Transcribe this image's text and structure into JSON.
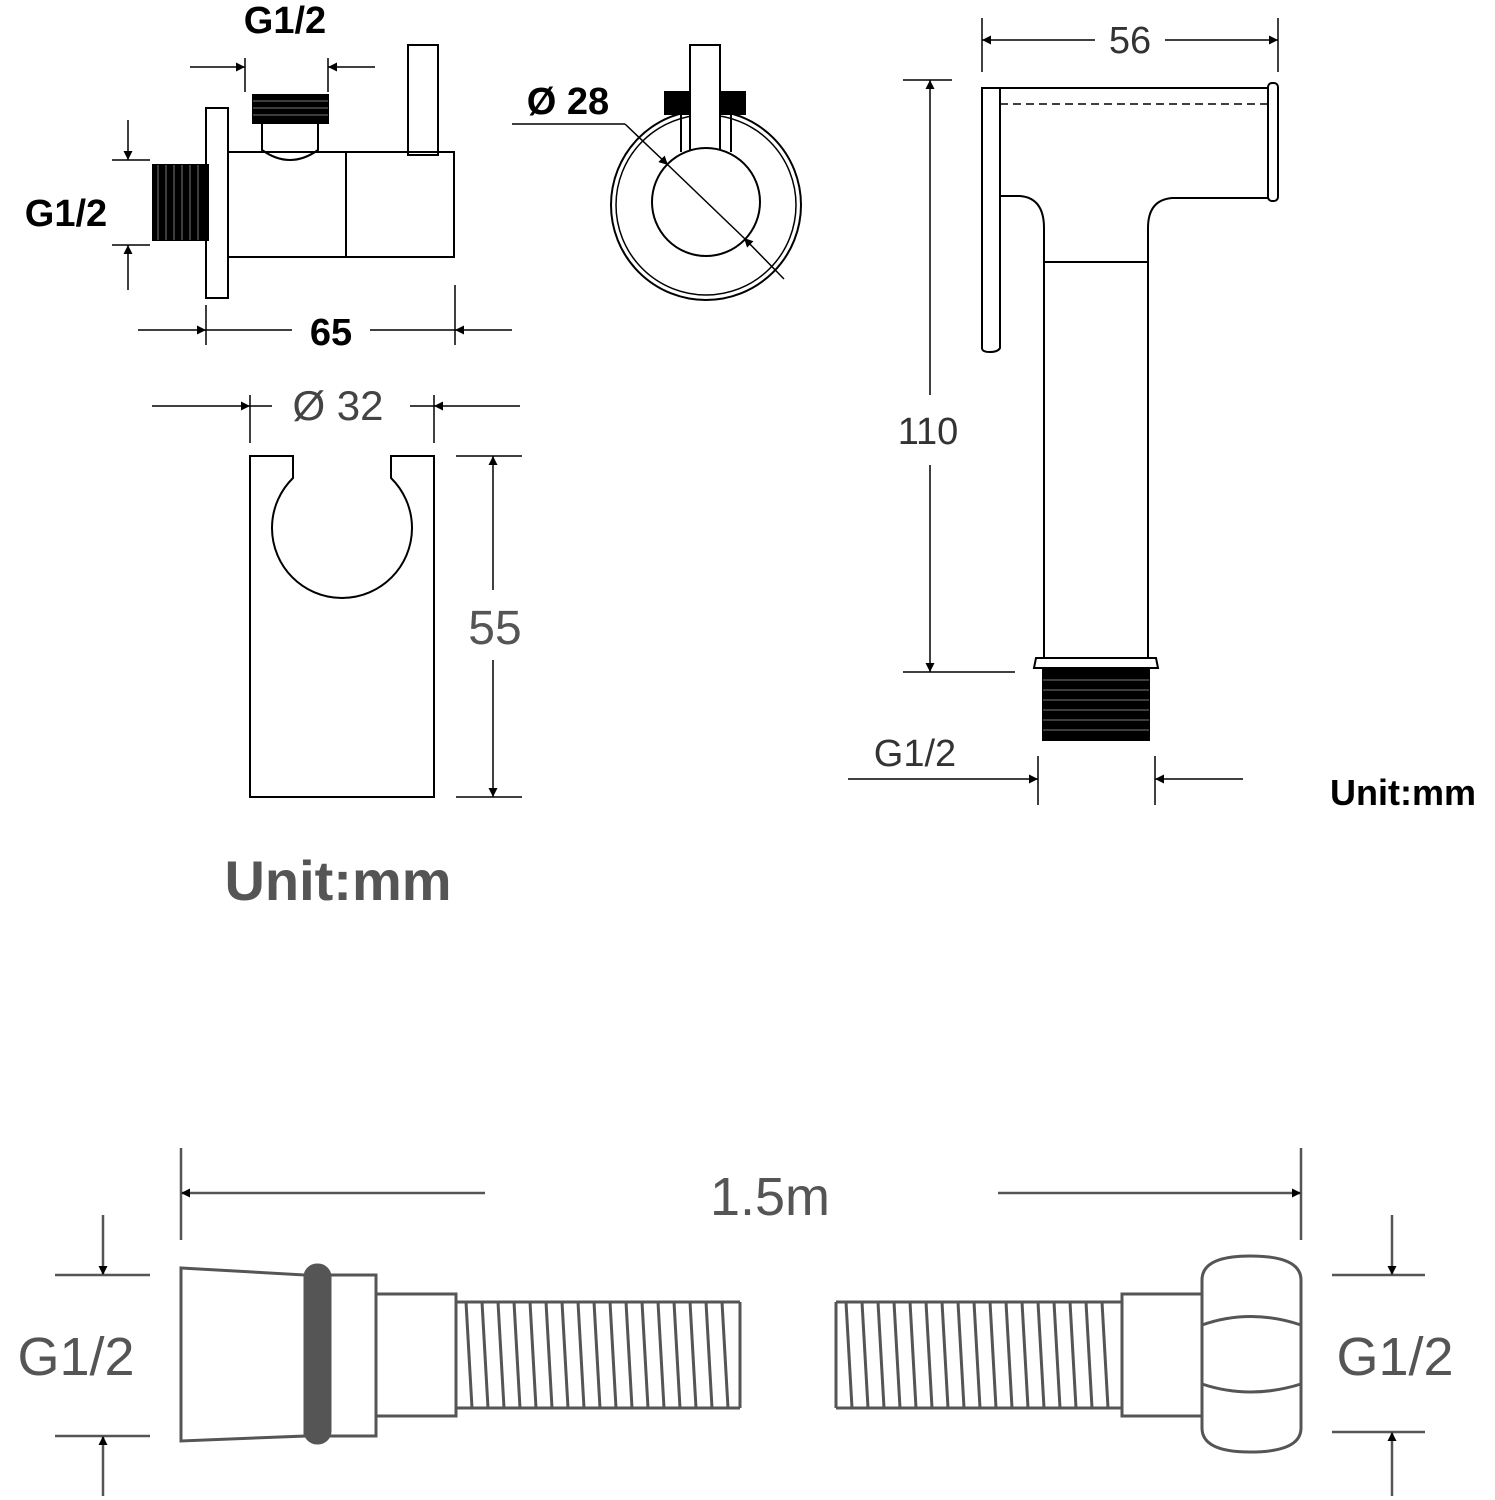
{
  "colors": {
    "stroke": "#000000",
    "text": "#000000",
    "muted": "#555555",
    "background": "#ffffff"
  },
  "valve": {
    "top_thread": "G1/2",
    "side_thread": "G1/2",
    "length": "65",
    "front_diameter": "Ø 28"
  },
  "holder": {
    "width": "Ø 32",
    "height": "55",
    "unit": "Unit:mm"
  },
  "sprayer": {
    "width": "56",
    "height": "110",
    "bottom_thread": "G1/2",
    "unit": "Unit:mm"
  },
  "hose": {
    "length": "1.5m",
    "left_thread": "G1/2",
    "right_thread": "G1/2"
  }
}
